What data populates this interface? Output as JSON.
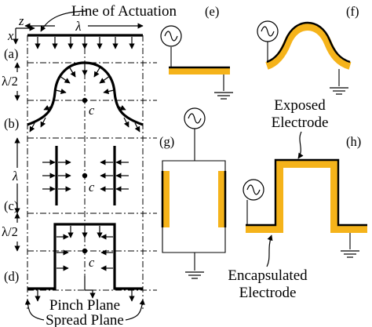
{
  "labels": {
    "line_of_actuation": "Line of Actuation",
    "z_axis": "z",
    "x_axis": "x",
    "lambda_top": "λ",
    "lambda_half_1": "λ/2",
    "lambda_c": "λ",
    "lambda_half_2": "λ/2",
    "panel_a": "(a)",
    "panel_b": "(b)",
    "panel_c": "(c)",
    "panel_d": "(d)",
    "panel_e": "(e)",
    "panel_f": "(f)",
    "panel_g": "(g)",
    "panel_h": "(h)",
    "center_b": "c",
    "center_c": "c",
    "center_d": "c",
    "pinch_plane": "Pinch Plane",
    "spread_plane": "Spread Plane",
    "exposed_electrode": "Exposed Electrode",
    "exposed_line1": "Exposed",
    "exposed_line2": "Electrode",
    "encapsulated_line1": "Encapsulated",
    "encapsulated_line2": "Electrode"
  },
  "colors": {
    "electrode_gold": "#F5B31A",
    "line": "#000000"
  },
  "icons": [
    "ac-source-icon",
    "ground-icon"
  ]
}
